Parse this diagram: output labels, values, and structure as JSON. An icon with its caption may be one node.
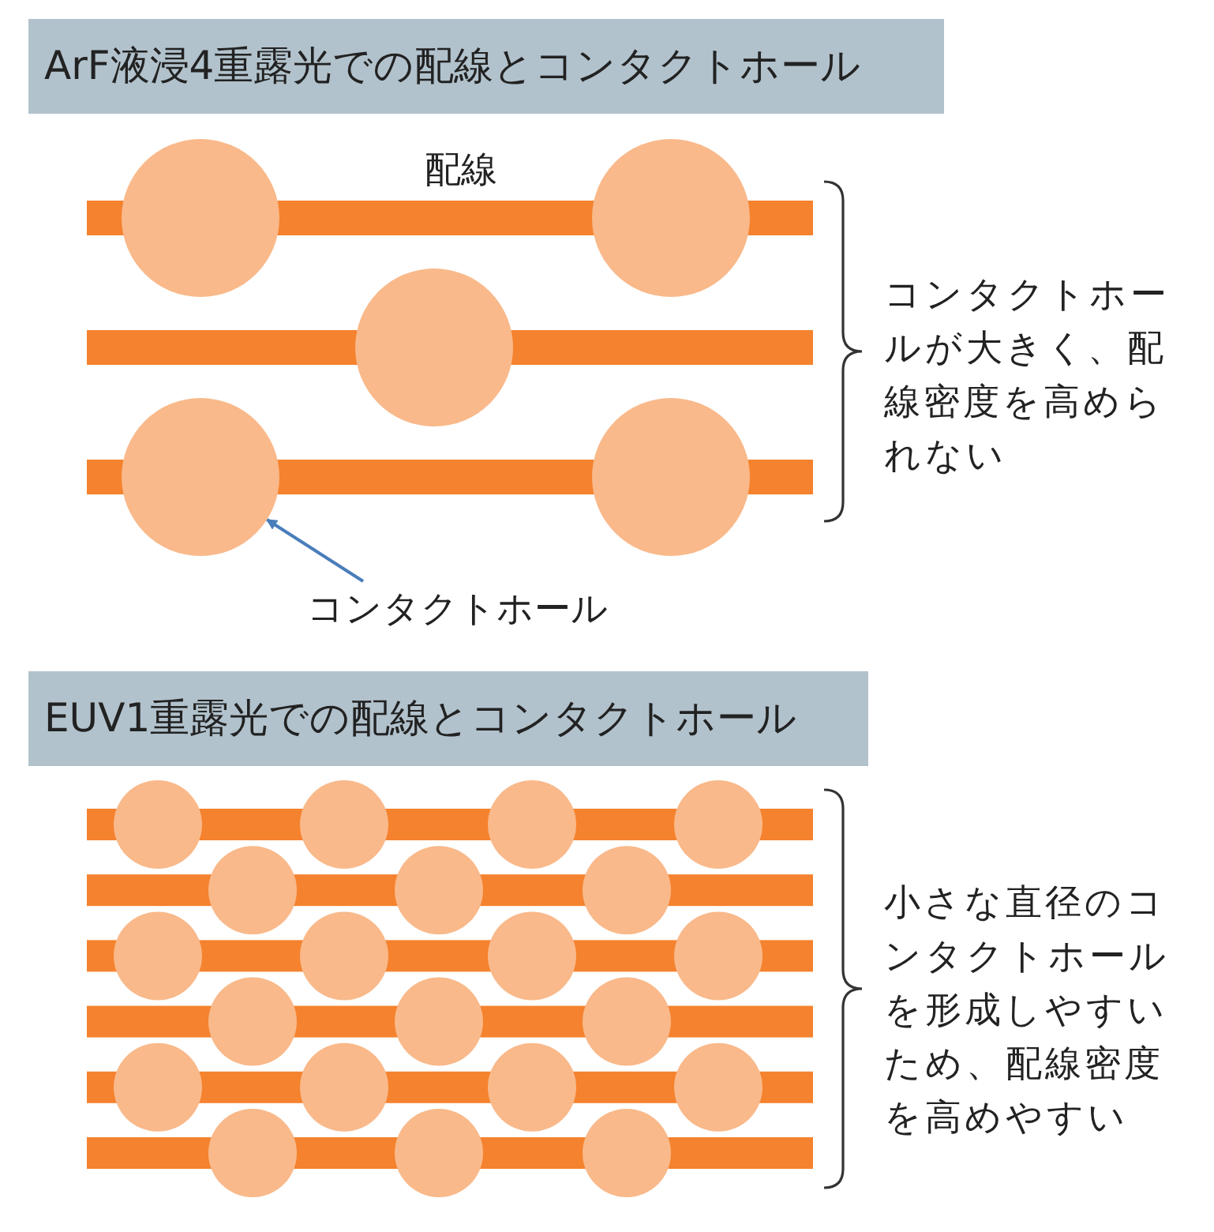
{
  "diagram": {
    "nodes": [
      {
        "text": [
          "ArF液浸4重露光での配線とコンタクトホール"
        ]
      },
      {
        "text": [],
        "shape": "circle"
      },
      {
        "text": [
          "コンタクトホール"
        ]
      },
      {
        "text": [
          "EUV1重露光での配線とコンタクトホール"
        ]
      }
    ],
    "edges": [
      {
        "from": 2,
        "to": 1,
        "arrow": "to",
        "color": "#4a7ebb"
      }
    ],
    "labels": [
      "配線",
      "コンタクトホールが大きく、配線密度を高められない",
      "小さな直径のコンタクトホールを形成しやすいため、配線密度を高めやすい"
    ]
  }
}
